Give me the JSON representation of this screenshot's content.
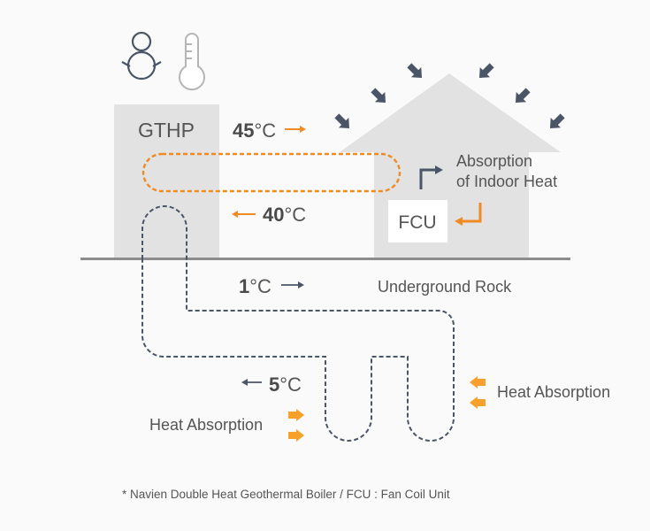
{
  "title": "Navien Double Heat Geothermal Boiler diagram",
  "labels": {
    "gthp": "GTHP",
    "fcu": "FCU",
    "absorption_line1": "Absorption",
    "absorption_line2": "of Indoor Heat",
    "underground_rock": "Underground Rock",
    "heat_absorption_right": "Heat Absorption",
    "heat_absorption_left": "Heat Absorption",
    "footnote": "* Navien Double Heat Geothermal Boiler  / FCU : Fan Coil Unit"
  },
  "temperatures": {
    "supply": {
      "value": "45",
      "unit": "°C",
      "direction": "right"
    },
    "return": {
      "value": "40",
      "unit": "°C",
      "direction": "left"
    },
    "ground_out": {
      "value": "1",
      "unit": "°C",
      "direction": "right"
    },
    "ground_in": {
      "value": "5",
      "unit": "°C",
      "direction": "left"
    }
  },
  "icons": {
    "snowman": "snowman-icon",
    "thermometer": "thermometer-icon",
    "sun_rays": "incoming-heat-arrows"
  },
  "colors": {
    "background": "#fafafa",
    "building": "#e2e2e2",
    "ground_line": "#8c8c8c",
    "hot_loop": "#f08a24",
    "ground_loop": "#4a5568",
    "heat_arrow": "#f7a02b",
    "text": "#555555"
  }
}
